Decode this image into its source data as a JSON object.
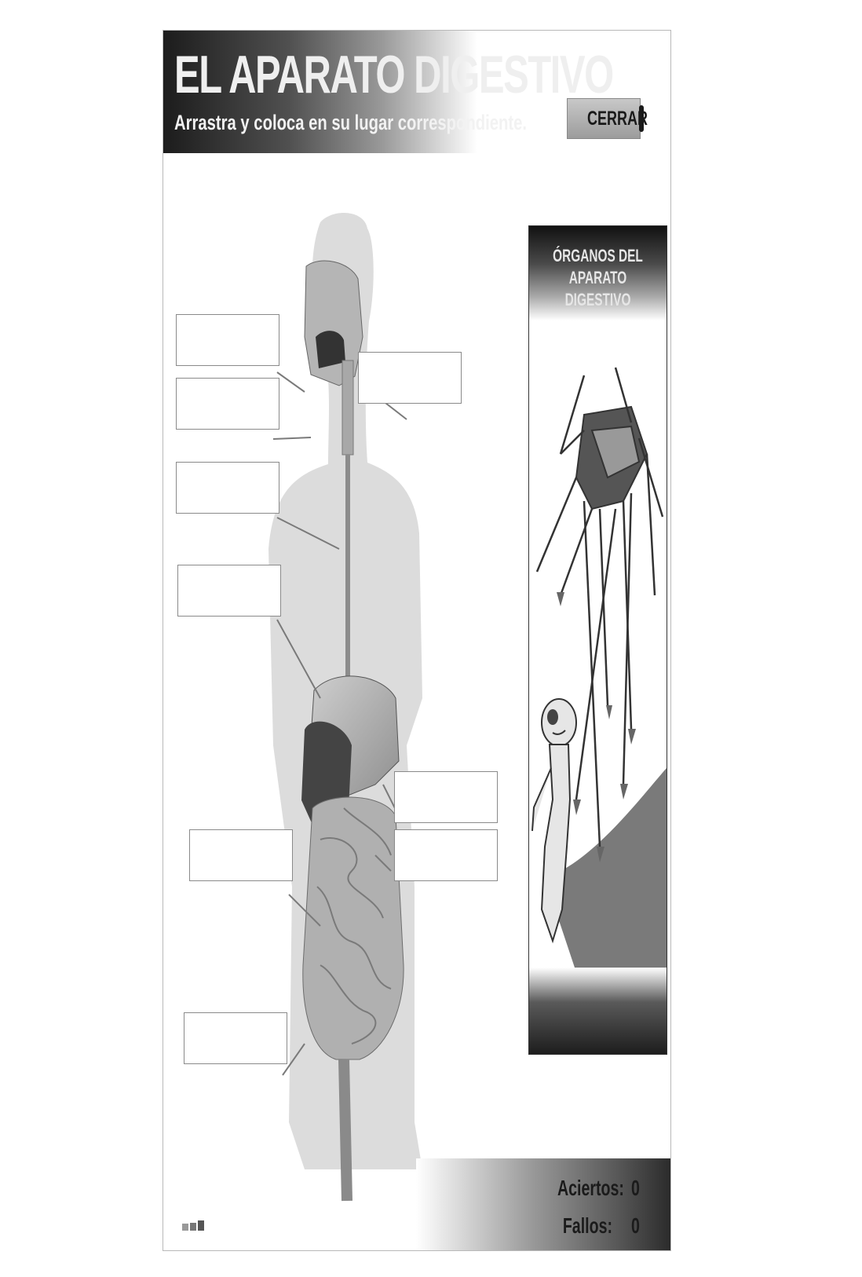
{
  "header": {
    "title": "EL APARATO DIGESTIVO",
    "subtitle": "Arrastra y coloca en su lugar correspondiente."
  },
  "toolbar": {
    "close_label": "CERRAR",
    "close_icon": "close-icon"
  },
  "diagram": {
    "description_icon": "human-digestive-system",
    "drop_targets": [
      "",
      "",
      "",
      "",
      "",
      "",
      "",
      "",
      ""
    ]
  },
  "organs_panel": {
    "title_line1": "ÓRGANOS DEL APARATO",
    "title_line2": "DIGESTIVO",
    "illustration": "alien-robot-illustration"
  },
  "score": {
    "hits_label": "Aciertos:",
    "hits_value": "0",
    "misses_label": "Fallos:",
    "misses_value": "0"
  },
  "colors": {
    "header_dark": "#1c1c1c",
    "panel_border": "#333333",
    "drop_box_border": "#8a8a8a",
    "body_silhouette": "#dcdcdc"
  }
}
